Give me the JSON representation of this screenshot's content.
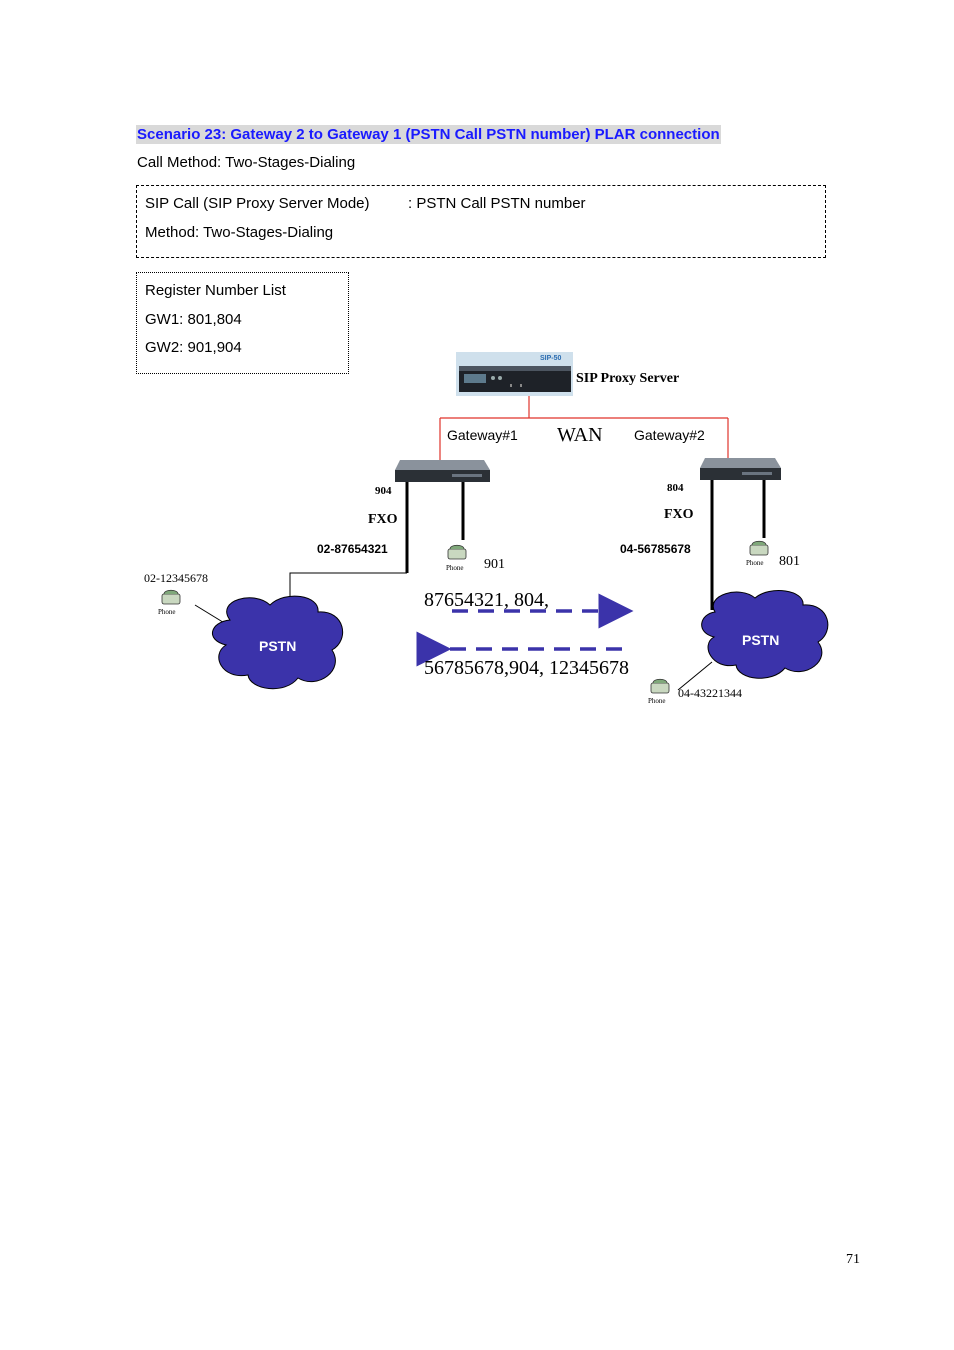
{
  "heading": "Scenario 23: Gateway 2 to Gateway 1 (PSTN Call PSTN number) PLAR connection",
  "call_method": "Call Method: Two-Stages-Dialing",
  "sip_box": {
    "line1_left": "SIP Call (SIP Proxy Server Mode)",
    "line1_right": ": PSTN Call PSTN number",
    "line2": "Method: Two-Stages-Dialing"
  },
  "register_box": {
    "title": "Register Number List",
    "gw1": "GW1: 801,804",
    "gw2": "GW2: 901,904"
  },
  "diagram": {
    "proxy_model": "SIP-50",
    "proxy_label": "SIP Proxy Server",
    "wan_label": "WAN",
    "gateway1_label": "Gateway#1",
    "gateway2_label": "Gateway#2",
    "gw1_port_number": "904",
    "gw1_fxo": "FXO",
    "gw1_fxo_number": "02-87654321",
    "gw1_phone_label": "Phone",
    "gw1_phone_number": "901",
    "gw2_port_number": "804",
    "gw2_fxo": "FXO",
    "gw2_fxo_number": "04-56785678",
    "gw2_phone_label": "Phone",
    "gw2_phone_number": "801",
    "left_phone_number": "02-12345678",
    "left_phone_label": "Phone",
    "right_phone_number": "04-43221344",
    "right_phone_label": "Phone",
    "pstn_left": "PSTN",
    "pstn_right": "PSTN",
    "dial_forward": "87654321, 804,",
    "dial_back": "56785678,904, 12345678",
    "colors": {
      "pstn_fill": "#3b33aa",
      "arrow": "#3b33aa",
      "wan_line": "#e0332a"
    }
  },
  "page_number": "71"
}
